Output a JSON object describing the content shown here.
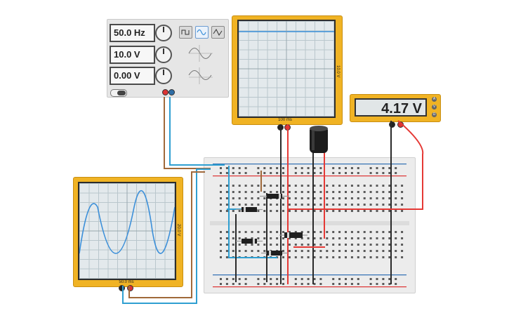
{
  "function_generator": {
    "frequency": "50.0 Hz",
    "amplitude": "10.0 V",
    "dc_offset": "0.00 V",
    "waveforms": [
      "square-wave-icon",
      "sine-wave-icon",
      "triangle-wave-icon"
    ],
    "selected_waveform": "sine-wave-icon"
  },
  "scope_top": {
    "time_label": "100 ms",
    "volt_label": "10.0 V"
  },
  "scope_left": {
    "time_label": "50.0 ms",
    "volt_label": "20.0 V"
  },
  "multimeter": {
    "reading": "4.17 V",
    "terminals": [
      "A",
      "V",
      "Ω"
    ]
  },
  "colors": {
    "instrument_yellow": "#f0b324",
    "wire_blue": "#2f9fd1",
    "wire_red": "#e53935",
    "wire_brown": "#a0693a",
    "trace_blue": "#3b8fd9",
    "wire_black": "#2a2a2a"
  }
}
